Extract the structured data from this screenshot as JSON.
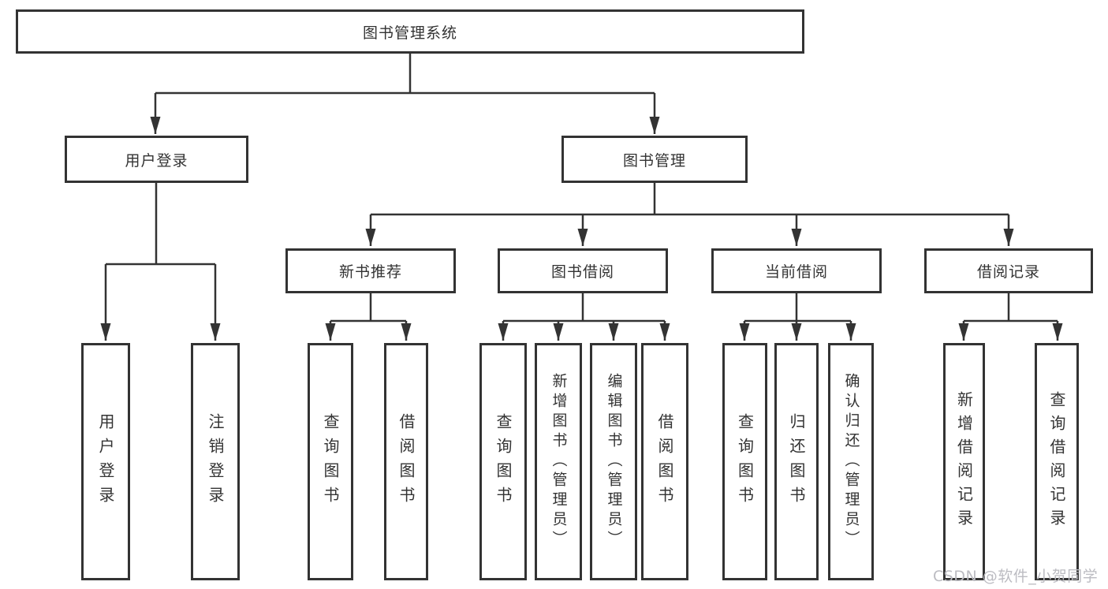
{
  "diagram_type": "function-structure-tree",
  "nodes": {
    "root": "图书管理系统",
    "l2": [
      "用户登录",
      "图书管理"
    ],
    "l3": [
      "新书推荐",
      "图书借阅",
      "当前借阅",
      "借阅记录"
    ],
    "leaves": [
      "用户登录",
      "注销登录",
      "查询图书",
      "借阅图书",
      "查询图书",
      "新增图书（管理员）",
      "编辑图书（管理员）",
      "借阅图书",
      "查询图书",
      "归还图书",
      "确认归还（管理员）",
      "新增借阅记录",
      "查询借阅记录"
    ]
  },
  "watermark": "CSDN @软件_小贺同学",
  "colors": {
    "line": "#333333",
    "box_border": "#333333",
    "box_fill": "#ffffff",
    "text": "#333333",
    "watermark": "#bcbcc2",
    "background": "#ffffff"
  }
}
